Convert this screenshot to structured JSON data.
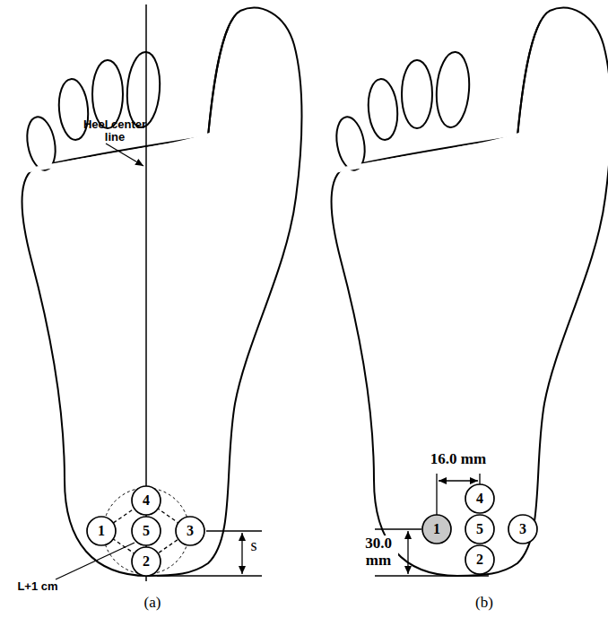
{
  "diagram": {
    "nodes": [
      {
        "text": [
          "4"
        ]
      },
      {
        "text": [
          "1"
        ]
      },
      {
        "text": [
          "5"
        ]
      },
      {
        "text": [
          "3"
        ]
      },
      {
        "text": [
          "2"
        ]
      },
      {
        "text": [
          "4"
        ]
      },
      {
        "text": [
          "1"
        ]
      },
      {
        "text": [
          "5"
        ]
      },
      {
        "text": [
          "3"
        ]
      },
      {
        "text": [
          "2"
        ]
      }
    ],
    "labels": [
      "Heel center line",
      "L+1 cm",
      "s",
      "(a)",
      "16.0 mm",
      "30.0 mm",
      "(b)"
    ]
  }
}
